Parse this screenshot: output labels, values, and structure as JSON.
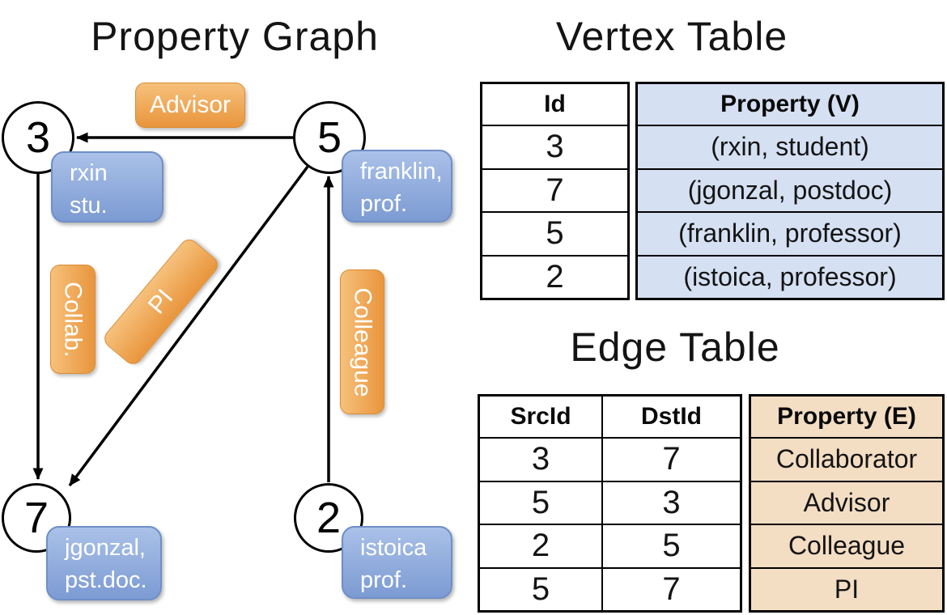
{
  "graph": {
    "title": "Property Graph",
    "nodes": [
      {
        "id": "3",
        "prop_line1": "rxin",
        "prop_line2": "stu."
      },
      {
        "id": "5",
        "prop_line1": "franklin,",
        "prop_line2": "prof."
      },
      {
        "id": "7",
        "prop_line1": "jgonzal,",
        "prop_line2": "pst.doc."
      },
      {
        "id": "2",
        "prop_line1": "istoica",
        "prop_line2": "prof."
      }
    ],
    "edge_labels": {
      "advisor": "Advisor",
      "collab": "Collab.",
      "pi": "PI",
      "colleague": "Colleague"
    }
  },
  "vertex_table": {
    "title": "Vertex Table",
    "columns": {
      "id": "Id",
      "property": "Property (V)"
    },
    "rows": [
      {
        "id": "3",
        "property": "(rxin, student)"
      },
      {
        "id": "7",
        "property": "(jgonzal, postdoc)"
      },
      {
        "id": "5",
        "property": "(franklin, professor)"
      },
      {
        "id": "2",
        "property": "(istoica, professor)"
      }
    ]
  },
  "edge_table": {
    "title": "Edge Table",
    "columns": {
      "src": "SrcId",
      "dst": "DstId",
      "property": "Property (E)"
    },
    "rows": [
      {
        "src": "3",
        "dst": "7",
        "property": "Collaborator"
      },
      {
        "src": "5",
        "dst": "3",
        "property": "Advisor"
      },
      {
        "src": "2",
        "dst": "5",
        "property": "Colleague"
      },
      {
        "src": "5",
        "dst": "7",
        "property": "PI"
      }
    ]
  },
  "colors": {
    "edge_label_orange_top": "#F6C17C",
    "edge_label_orange_bottom": "#E9953C",
    "vertex_prop_blue_top": "#AAC1E8",
    "vertex_prop_blue_bottom": "#7C9BD3",
    "vertex_table_property_bg": "#D5E0F2",
    "edge_table_property_bg": "#F3DDC3",
    "line_color": "#000000"
  }
}
